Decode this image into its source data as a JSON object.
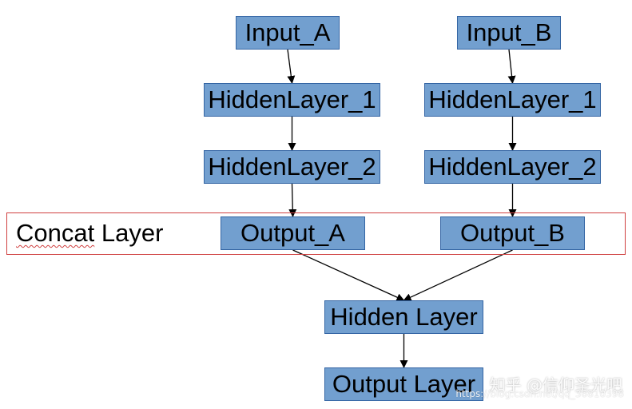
{
  "diagram": {
    "nodes": {
      "input_a": "Input_A",
      "input_b": "Input_B",
      "hidden_a1": "HiddenLayer_1",
      "hidden_b1": "HiddenLayer_1",
      "hidden_a2": "HiddenLayer_2",
      "hidden_b2": "HiddenLayer_2",
      "output_a": "Output_A",
      "output_b": "Output_B",
      "hidden": "Hidden Layer",
      "output": "Output Layer"
    },
    "group_label": "Concat Layer",
    "edges": [
      [
        "input_a",
        "hidden_a1"
      ],
      [
        "hidden_a1",
        "hidden_a2"
      ],
      [
        "hidden_a2",
        "output_a"
      ],
      [
        "input_b",
        "hidden_b1"
      ],
      [
        "hidden_b1",
        "hidden_b2"
      ],
      [
        "hidden_b2",
        "output_b"
      ],
      [
        "output_a",
        "hidden"
      ],
      [
        "output_b",
        "hidden"
      ],
      [
        "hidden",
        "output"
      ]
    ],
    "colors": {
      "node_fill": "#729fcf",
      "node_border": "#3465a4",
      "group_border": "#d04040",
      "edge": "#000000"
    }
  },
  "watermark": {
    "text": "知乎 @信仰圣光吧",
    "url": "https://blog.csdn.net/qq_36810398"
  }
}
